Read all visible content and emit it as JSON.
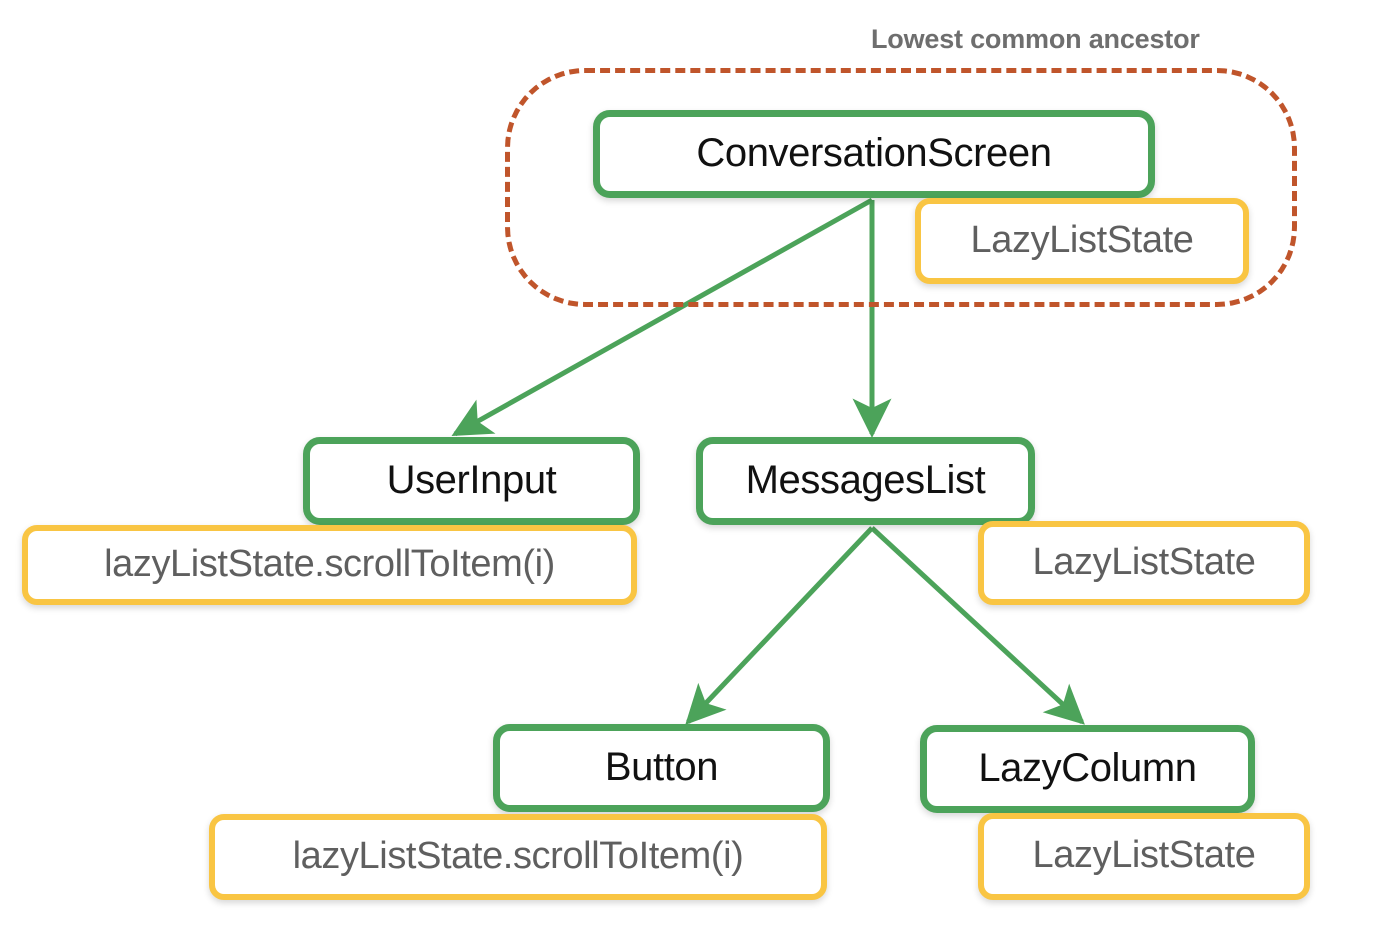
{
  "diagram": {
    "title": "Lowest common ancestor",
    "accents": {
      "composable_border": "#4CA35A",
      "state_border": "#F9C543",
      "region_border": "#C0552B",
      "composable_text": "#111111",
      "state_text": "#5F5F5F",
      "caption_text": "#6E6E6E",
      "background": "#FFFFFF"
    },
    "nodes": {
      "conversation_screen": "ConversationScreen",
      "conversation_screen_state": "LazyListState",
      "user_input": "UserInput",
      "user_input_state": "lazyListState.scrollToItem(i)",
      "messages_list": "MessagesList",
      "messages_list_state": "LazyListState",
      "button": "Button",
      "button_state": "lazyListState.scrollToItem(i)",
      "lazy_column": "LazyColumn",
      "lazy_column_state": "LazyListState"
    },
    "edges": [
      {
        "from": "ConversationScreen",
        "to": "UserInput"
      },
      {
        "from": "ConversationScreen",
        "to": "MessagesList"
      },
      {
        "from": "MessagesList",
        "to": "Button"
      },
      {
        "from": "MessagesList",
        "to": "LazyColumn"
      }
    ]
  }
}
